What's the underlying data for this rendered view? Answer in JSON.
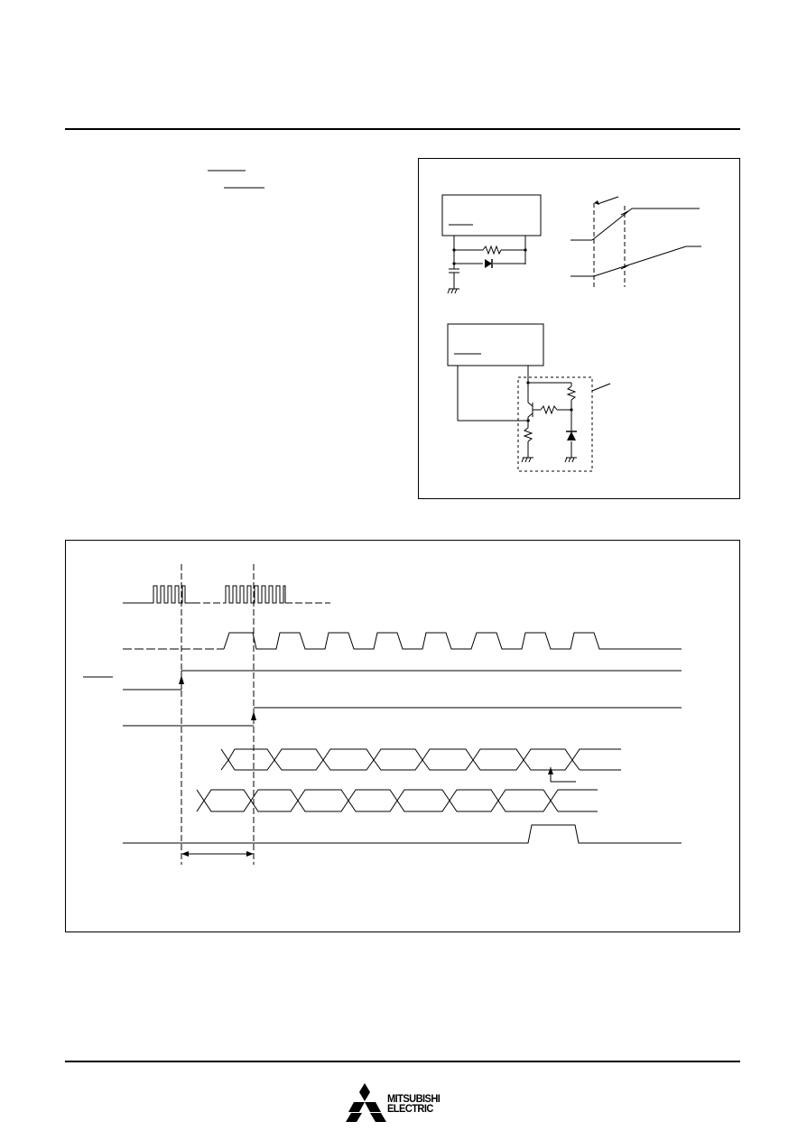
{
  "footer": {
    "brand": "MITSUBISHI ELECTRIC",
    "brand_line1": "MITSUBISHI",
    "brand_line2": "ELECTRIC"
  }
}
